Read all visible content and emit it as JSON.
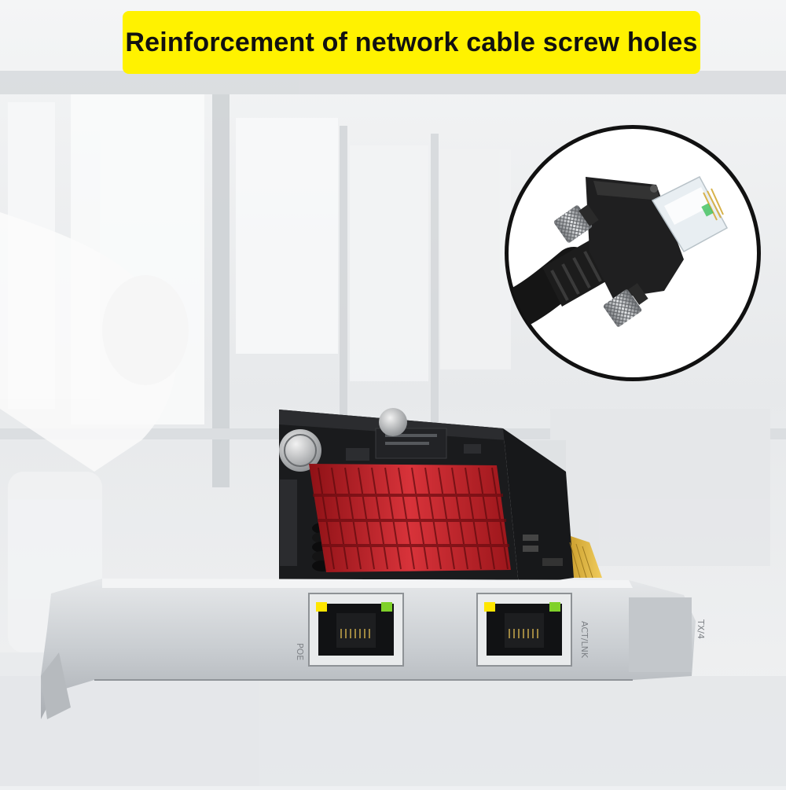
{
  "banner": {
    "text": "Reinforcement of network cable screw holes",
    "color": "#fff200"
  },
  "card": {
    "heatsink_color": "#c8232a",
    "port_labels": [
      "POE",
      "ACT/LNK",
      "TX/4"
    ],
    "led_colors": [
      "#ffe600",
      "#7fd12a"
    ]
  }
}
